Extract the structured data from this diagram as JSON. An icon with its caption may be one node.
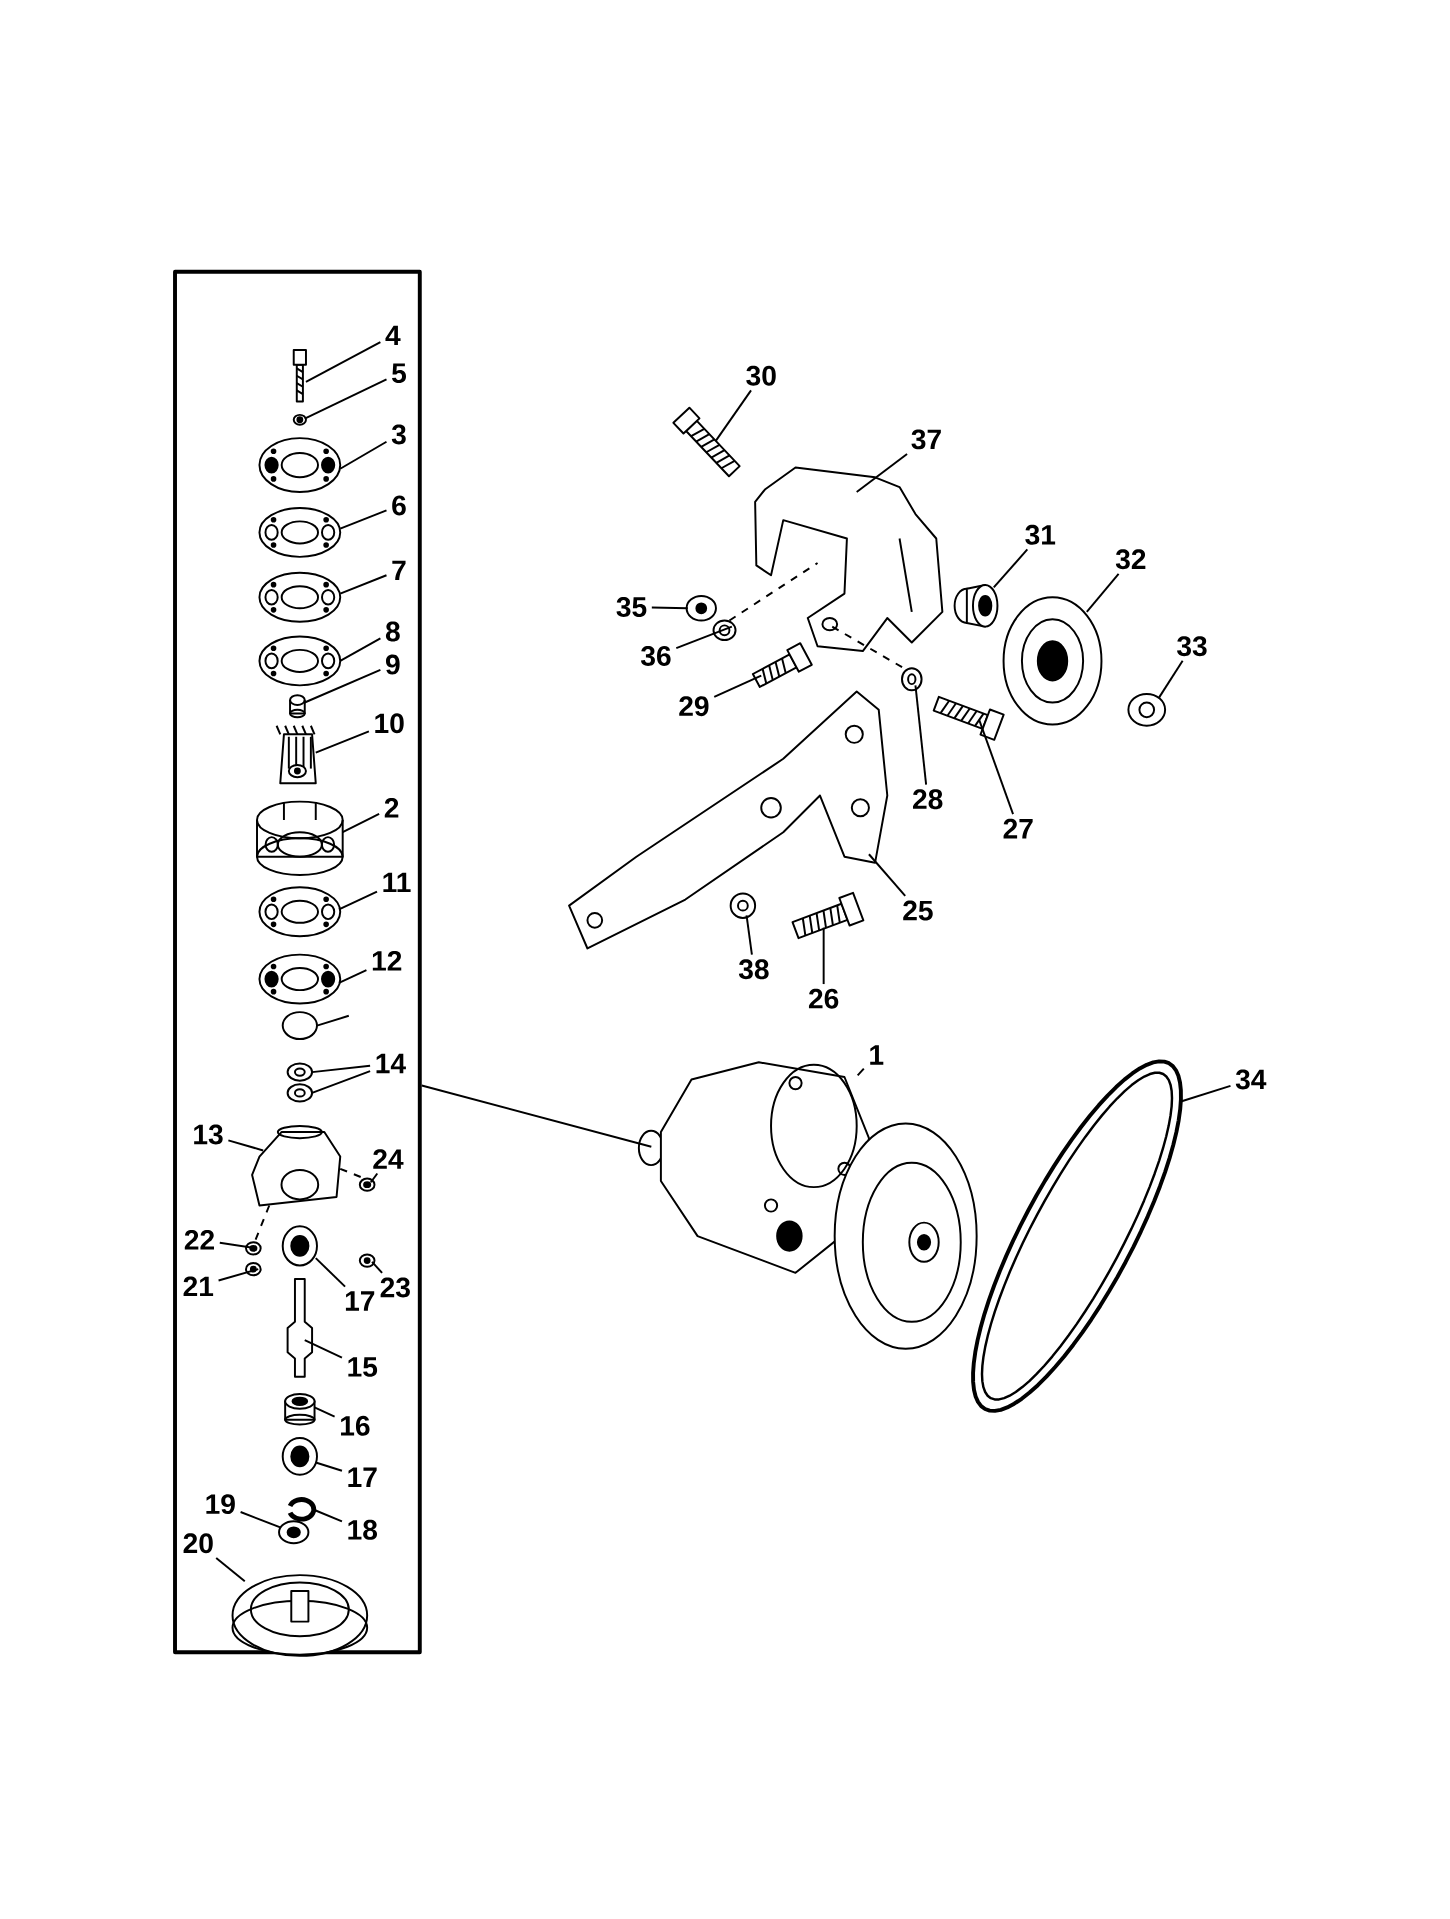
{
  "diagram": {
    "nodes": [
      {
        "text": [],
        "shape": "box"
      },
      {
        "text": [
          "4"
        ],
        "in": 0
      },
      {
        "text": [
          "5"
        ],
        "in": 0
      },
      {
        "text": [
          "3"
        ],
        "in": 0
      },
      {
        "text": [
          "6"
        ],
        "in": 0
      },
      {
        "text": [
          "7"
        ],
        "in": 0
      },
      {
        "text": [
          "8"
        ],
        "in": 0
      },
      {
        "text": [
          "9"
        ],
        "in": 0
      },
      {
        "text": [
          "10"
        ],
        "in": 0
      },
      {
        "text": [
          "2"
        ],
        "in": 0
      },
      {
        "text": [
          "11"
        ],
        "in": 0
      },
      {
        "text": [
          "12"
        ],
        "in": 0
      },
      {
        "text": [
          "14"
        ],
        "in": 0
      },
      {
        "text": [
          "13"
        ],
        "in": 0
      },
      {
        "text": [
          "24"
        ],
        "in": 0
      },
      {
        "text": [
          "22"
        ],
        "in": 0
      },
      {
        "text": [
          "21"
        ],
        "in": 0
      },
      {
        "text": [
          "17"
        ],
        "in": 0
      },
      {
        "text": [
          "23"
        ],
        "in": 0
      },
      {
        "text": [
          "15"
        ],
        "in": 0
      },
      {
        "text": [
          "16"
        ],
        "in": 0
      },
      {
        "text": [
          "17"
        ],
        "in": 0
      },
      {
        "text": [
          "18"
        ],
        "in": 0
      },
      {
        "text": [
          "19"
        ],
        "in": 0
      },
      {
        "text": [
          "20"
        ],
        "in": 0
      },
      {
        "text": [
          "30"
        ]
      },
      {
        "text": [
          "37"
        ]
      },
      {
        "text": [
          "35"
        ]
      },
      {
        "text": [
          "31"
        ]
      },
      {
        "text": [
          "32"
        ]
      },
      {
        "text": [
          "36"
        ]
      },
      {
        "text": [
          "29"
        ]
      },
      {
        "text": [
          "33"
        ]
      },
      {
        "text": [
          "28"
        ]
      },
      {
        "text": [
          "27"
        ]
      },
      {
        "text": [
          "25"
        ]
      },
      {
        "text": [
          "38"
        ]
      },
      {
        "text": [
          "26"
        ]
      },
      {
        "text": [
          "1"
        ]
      },
      {
        "text": [
          "34"
        ]
      },
      {
        "text": [],
        "shape": "picture"
      },
      {
        "text": [],
        "shape": "picture",
        "in": 0
      },
      {
        "text": [],
        "shape": "picture",
        "in": 0
      },
      {
        "text": [],
        "shape": "picture",
        "in": 0
      },
      {
        "text": [],
        "shape": "picture",
        "in": 0
      },
      {
        "text": [],
        "shape": "picture",
        "in": 0
      },
      {
        "text": [],
        "shape": "picture",
        "in": 0
      },
      {
        "text": [],
        "shape": "picture",
        "in": 0
      },
      {
        "text": [],
        "shape": "picture",
        "in": 0
      },
      {
        "text": [],
        "shape": "picture",
        "in": 0
      },
      {
        "text": [],
        "shape": "picture",
        "in": 0
      },
      {
        "text": [],
        "shape": "picture",
        "in": 0
      },
      {
        "text": [],
        "shape": "picture",
        "in": 0
      },
      {
        "text": [],
        "shape": "picture",
        "in": 0
      },
      {
        "text": [],
        "shape": "picture",
        "in": 0
      },
      {
        "text": [],
        "shape": "picture",
        "in": 0
      },
      {
        "text": [],
        "shape": "picture",
        "in": 0
      },
      {
        "text": [],
        "shape": "picture",
        "in": 0
      },
      {
        "text": [],
        "shape": "picture",
        "in": 0
      },
      {
        "text": [],
        "shape": "picture",
        "in": 0
      },
      {
        "text": [],
        "shape": "picture",
        "in": 0
      },
      {
        "text": [],
        "shape": "cylinder",
        "in": 0
      },
      {
        "text": [],
        "shape": "picture",
        "in": 0
      },
      {
        "text": [],
        "shape": "picture",
        "in": 0
      },
      {
        "text": [],
        "shape": "picture",
        "in": 0
      },
      {
        "text": [],
        "shape": "picture",
        "in": 0
      },
      {
        "text": [],
        "shape": "picture"
      },
      {
        "text": [],
        "shape": "picture"
      },
      {
        "text": [],
        "shape": "picture"
      },
      {
        "text": [],
        "shape": "picture"
      },
      {
        "text": [],
        "shape": "picture"
      },
      {
        "text": [],
        "shape": "picture"
      },
      {
        "text": [],
        "shape": "picture"
      },
      {
        "text": [],
        "shape": "picture"
      },
      {
        "text": [],
        "shape": "picture"
      },
      {
        "text": [],
        "shape": "picture"
      },
      {
        "text": [],
        "shape": "picture"
      },
      {
        "text": [],
        "shape": "picture"
      },
      {
        "text": [],
        "shape": "picture"
      },
      {
        "text": [],
        "shape": "picture"
      },
      {
        "text": [],
        "shape": "circle",
        "in": 0
      }
    ],
    "edges": [
      {
        "from": 1,
        "to": 41,
        "arrow": "none"
      },
      {
        "from": 2,
        "to": 42,
        "arrow": "none"
      },
      {
        "from": 3,
        "to": 43,
        "arrow": "none"
      },
      {
        "from": 4,
        "to": 44,
        "arrow": "none"
      },
      {
        "from": 5,
        "to": 45,
        "arrow": "none"
      },
      {
        "from": 6,
        "to": 46,
        "arrow": "none"
      },
      {
        "from": 7,
        "to": 47,
        "arrow": "none"
      },
      {
        "from": 8,
        "to": 48,
        "arrow": "none"
      },
      {
        "from": 9,
        "to": 49,
        "arrow": "none"
      },
      {
        "from": 10,
        "to": 50,
        "arrow": "none"
      },
      {
        "from": 11,
        "to": 51,
        "arrow": "none"
      },
      {
        "from": 12,
        "to": 52,
        "arrow": "none"
      },
      {
        "from": 12,
        "to": 53,
        "arrow": "none"
      },
      {
        "from": 13,
        "to": 54,
        "arrow": "none"
      },
      {
        "from": 14,
        "to": 55,
        "arrow": "none"
      },
      {
        "from": 15,
        "to": 56,
        "arrow": "none"
      },
      {
        "from": 16,
        "to": 57,
        "arrow": "none"
      },
      {
        "from": 17,
        "to": 58,
        "arrow": "none"
      },
      {
        "from": 18,
        "to": 59,
        "arrow": "none"
      },
      {
        "from": 19,
        "to": 60,
        "arrow": "none"
      },
      {
        "from": 20,
        "to": 61,
        "arrow": "none"
      },
      {
        "from": 21,
        "to": 62,
        "arrow": "none"
      },
      {
        "from": 22,
        "to": 63,
        "arrow": "none"
      },
      {
        "from": 23,
        "to": 64,
        "arrow": "none"
      },
      {
        "from": 24,
        "to": 65,
        "arrow": "none"
      },
      {
        "from": 25,
        "to": 66,
        "arrow": "none"
      },
      {
        "from": 26,
        "to": 67,
        "arrow": "none"
      },
      {
        "from": 27,
        "to": 68,
        "arrow": "none"
      },
      {
        "from": 28,
        "to": 69,
        "arrow": "none"
      },
      {
        "from": 29,
        "to": 70,
        "arrow": "none"
      },
      {
        "from": 30,
        "to": 71,
        "arrow": "none"
      },
      {
        "from": 31,
        "to": 72,
        "arrow": "none"
      },
      {
        "from": 32,
        "to": 73,
        "arrow": "none"
      },
      {
        "from": 33,
        "to": 74,
        "arrow": "none"
      },
      {
        "from": 34,
        "to": 75,
        "arrow": "none"
      },
      {
        "from": 35,
        "to": 76,
        "arrow": "none"
      },
      {
        "from": 36,
        "to": 77,
        "arrow": "none"
      },
      {
        "from": 37,
        "to": 78,
        "arrow": "none"
      },
      {
        "from": 38,
        "to": 40,
        "arrow": "none"
      },
      {
        "from": 39,
        "to": 79,
        "arrow": "none"
      },
      {
        "from": 0,
        "to": 40,
        "arrow": "none"
      },
      {
        "from": null,
        "to": 80,
        "arrow": "none"
      },
      {
        "from": 54,
        "to": 55,
        "arrow": "none",
        "style": "dashed"
      },
      {
        "from": 54,
        "to": 56,
        "arrow": "none",
        "style": "dashed"
      },
      {
        "from": 71,
        "to": 67,
        "arrow": "none",
        "style": "dashed"
      },
      {
        "from": 67,
        "to": 74,
        "arrow": "none",
        "style": "dashed"
      }
    ]
  }
}
